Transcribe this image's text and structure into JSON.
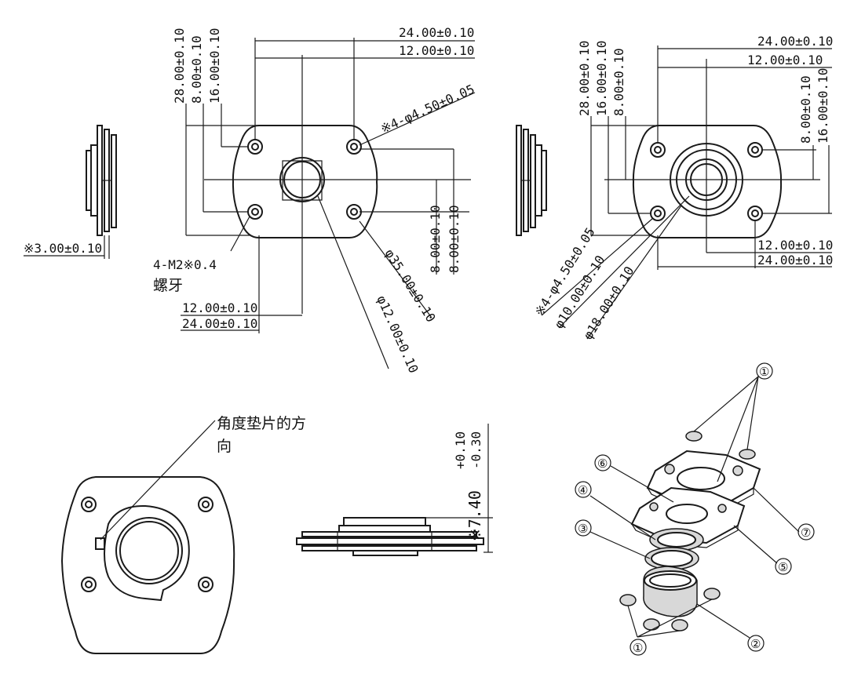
{
  "front_view_left": {
    "dims": {
      "w24": "24.00±0.10",
      "w12": "12.00±0.10",
      "h28": "28.00±0.10",
      "h8": "8.00±0.10",
      "h16": "16.00±0.10",
      "holes": "※4-φ4.50±0.05",
      "thread_spec": "4-M2※0.4",
      "thread_label": "螺牙",
      "b12": "12.00±0.10",
      "b24": "24.00±0.10",
      "d35": "φ35.00±0.10",
      "d12": "φ12.00±0.10",
      "r8a": "8.00±0.10",
      "r8b": "8.00±0.10"
    }
  },
  "side_view_left": {
    "dim": "※3.00±0.10"
  },
  "front_view_right": {
    "dims": {
      "w24": "24.00±0.10",
      "w12": "12.00±0.10",
      "h28": "28.00±0.10",
      "h16": "16.00±0.10",
      "h8": "8.00±0.10",
      "r8": "8.00±0.10",
      "r16": "16.00±0.10",
      "b12": "12.00±0.10",
      "b24": "24.00±0.10",
      "holes": "※4-φ4.50±0.05",
      "d10": "φ10.00±0.10",
      "d18": "φ18.00±0.10"
    }
  },
  "bottom_view": {
    "note_line1": "角度垫片的方",
    "note_line2": "向"
  },
  "section_view": {
    "height": "※7.40",
    "tol_plus": "+0.10",
    "tol_minus": "-0.30"
  },
  "exploded_view": {
    "balloons": [
      "①",
      "②",
      "③",
      "④",
      "⑤",
      "⑥",
      "⑦"
    ]
  }
}
